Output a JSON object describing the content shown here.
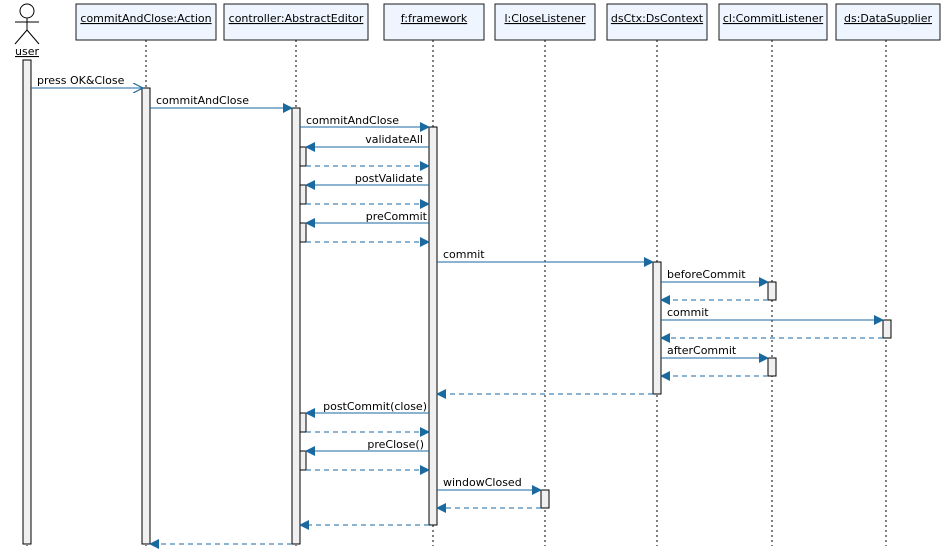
{
  "actor": {
    "name": "user"
  },
  "participants": [
    {
      "id": "action",
      "label": "commitAndClose:Action"
    },
    {
      "id": "editor",
      "label": "controller:AbstractEditor"
    },
    {
      "id": "framework",
      "label": "f:framework"
    },
    {
      "id": "listener",
      "label": "l:CloseListener"
    },
    {
      "id": "context",
      "label": "dsCtx:DsContext"
    },
    {
      "id": "commitlst",
      "label": "cl:CommitListener"
    },
    {
      "id": "supplier",
      "label": "ds:DataSupplier"
    }
  ],
  "messages": [
    {
      "from": "user",
      "to": "action",
      "label": "press OK&Close",
      "kind": "async"
    },
    {
      "from": "action",
      "to": "editor",
      "label": "commitAndClose",
      "kind": "call"
    },
    {
      "from": "editor",
      "to": "framework",
      "label": "commitAndClose",
      "kind": "call"
    },
    {
      "from": "framework",
      "to": "editor",
      "label": "validateAll",
      "kind": "call"
    },
    {
      "from": "editor",
      "to": "framework",
      "label": "",
      "kind": "return"
    },
    {
      "from": "framework",
      "to": "editor",
      "label": "postValidate",
      "kind": "call"
    },
    {
      "from": "editor",
      "to": "framework",
      "label": "",
      "kind": "return"
    },
    {
      "from": "framework",
      "to": "editor",
      "label": "preCommit",
      "kind": "call"
    },
    {
      "from": "editor",
      "to": "framework",
      "label": "",
      "kind": "return"
    },
    {
      "from": "framework",
      "to": "context",
      "label": "commit",
      "kind": "call"
    },
    {
      "from": "context",
      "to": "commitlst",
      "label": "beforeCommit",
      "kind": "call"
    },
    {
      "from": "commitlst",
      "to": "context",
      "label": "",
      "kind": "return"
    },
    {
      "from": "context",
      "to": "supplier",
      "label": "commit",
      "kind": "call"
    },
    {
      "from": "supplier",
      "to": "context",
      "label": "",
      "kind": "return"
    },
    {
      "from": "context",
      "to": "commitlst",
      "label": "afterCommit",
      "kind": "call"
    },
    {
      "from": "commitlst",
      "to": "context",
      "label": "",
      "kind": "return"
    },
    {
      "from": "context",
      "to": "framework",
      "label": "",
      "kind": "return"
    },
    {
      "from": "framework",
      "to": "editor",
      "label": "postCommit(close)",
      "kind": "call"
    },
    {
      "from": "editor",
      "to": "framework",
      "label": "",
      "kind": "return"
    },
    {
      "from": "framework",
      "to": "editor",
      "label": "preClose()",
      "kind": "call"
    },
    {
      "from": "editor",
      "to": "framework",
      "label": "",
      "kind": "return"
    },
    {
      "from": "framework",
      "to": "listener",
      "label": "windowClosed",
      "kind": "call"
    },
    {
      "from": "listener",
      "to": "framework",
      "label": "",
      "kind": "return"
    },
    {
      "from": "framework",
      "to": "editor",
      "label": "",
      "kind": "return"
    },
    {
      "from": "editor",
      "to": "action",
      "label": "",
      "kind": "return"
    }
  ],
  "colors": {
    "arrow": "#1a6aa0",
    "box_fill": "#eef5ff",
    "box_stroke": "#1a1a1a",
    "activation_fill": "#f0f0f0",
    "lifeline": "#000000"
  }
}
